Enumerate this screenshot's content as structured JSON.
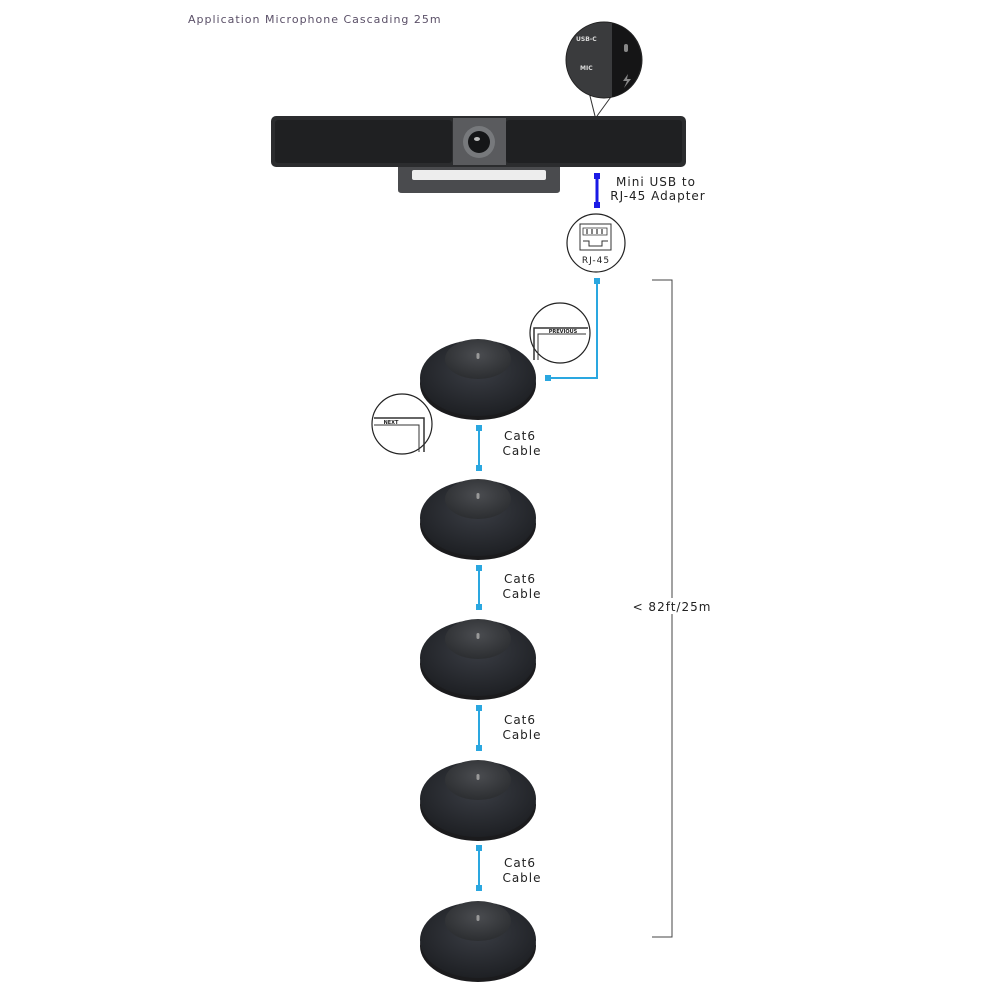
{
  "title": "Application Microphone Cascading 25m",
  "soundbar": {
    "port_labels": [
      "USB-C",
      "MIC"
    ],
    "adapter_label_line1": "Mini USB to",
    "adapter_label_line2": "RJ-45 Adapter"
  },
  "rj45": {
    "label": "RJ-45"
  },
  "mic_ports": {
    "previous": "PREVIOUS",
    "next": "NEXT"
  },
  "cables": [
    {
      "line1": "Cat6",
      "line2": "Cable"
    },
    {
      "line1": "Cat6",
      "line2": "Cable"
    },
    {
      "line1": "Cat6",
      "line2": "Cable"
    },
    {
      "line1": "Cat6",
      "line2": "Cable"
    }
  ],
  "distance_label": "< 82ft/25m",
  "microphone_count": 5,
  "colors": {
    "title": "#5b5068",
    "adapter_cable": "#1a1ae6",
    "cat6_cable": "#2aa7e0",
    "device": "#2a2c30"
  }
}
